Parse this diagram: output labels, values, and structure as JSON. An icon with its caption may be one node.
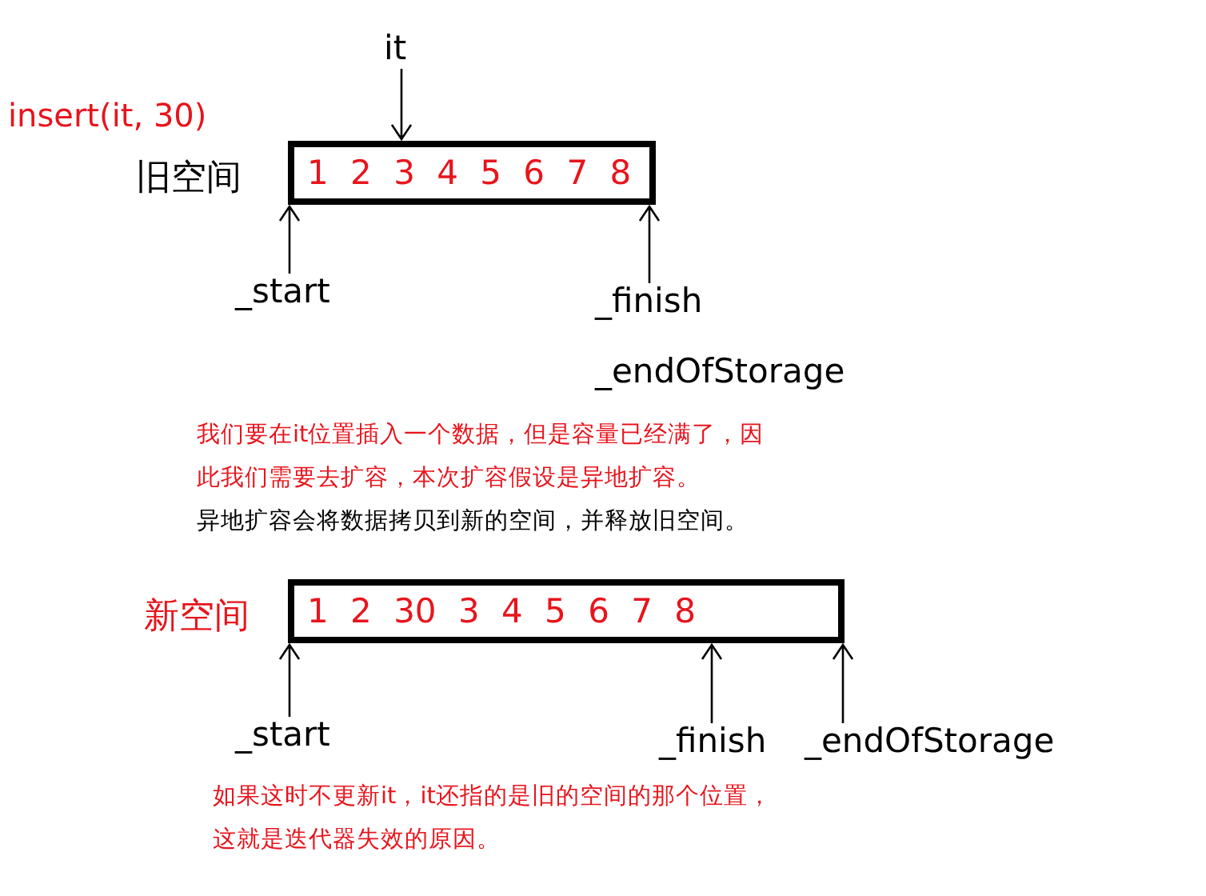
{
  "diagram": {
    "nodes": [
      {
        "text": [
          "1 2 3 4 5 6 7 8"
        ],
        "beside": [
          "旧空间"
        ]
      },
      {
        "text": [
          "it"
        ]
      },
      {
        "text": [
          "_start"
        ]
      },
      {
        "text": [
          "_finish"
        ]
      },
      {
        "text": [
          "1 2 30 3 4 5 6 7 8"
        ],
        "beside": [
          "新空间"
        ]
      },
      {
        "text": [
          "_start"
        ]
      },
      {
        "text": [
          "_finish"
        ]
      },
      {
        "text": [
          "_endOfStorage"
        ]
      }
    ],
    "edges": [
      {
        "from": 1,
        "to": 0,
        "arrow": "to"
      },
      {
        "from": 2,
        "to": 0,
        "arrow": "to"
      },
      {
        "from": 3,
        "to": 0,
        "arrow": "to"
      },
      {
        "from": 5,
        "to": 4,
        "arrow": "to"
      },
      {
        "from": 6,
        "to": 4,
        "arrow": "to"
      },
      {
        "from": 7,
        "to": 4,
        "arrow": "to"
      }
    ],
    "labels": [
      "insert(it, 30)",
      "_endOfStorage",
      "我们要在it位置插入一个数据，但是容量已经满了，因此我们需要去扩容，本次扩容假设是异地扩容。",
      "异地扩容会将数据拷贝到新的空间，并释放旧空间。",
      "如果这时不更新it，it还指的是旧的空间的那个位置，这就是迭代器失效的原因。"
    ]
  }
}
